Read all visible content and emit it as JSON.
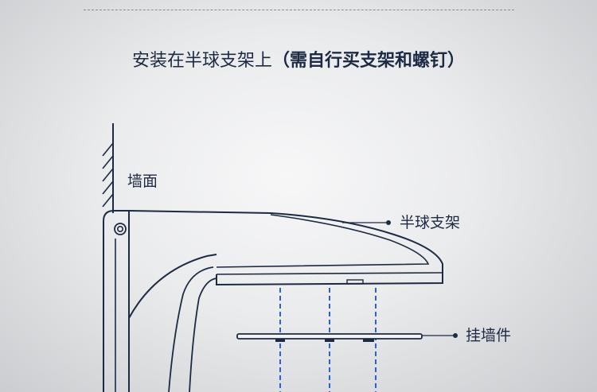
{
  "title": {
    "main": "安装在半球支架上",
    "note": "（需自行买支架和螺钉）"
  },
  "labels": {
    "wall": "墙面",
    "bracket": "半球支架",
    "plate": "挂墙件"
  },
  "colors": {
    "line": "#1d2a44",
    "guide": "#2f5fd6"
  }
}
